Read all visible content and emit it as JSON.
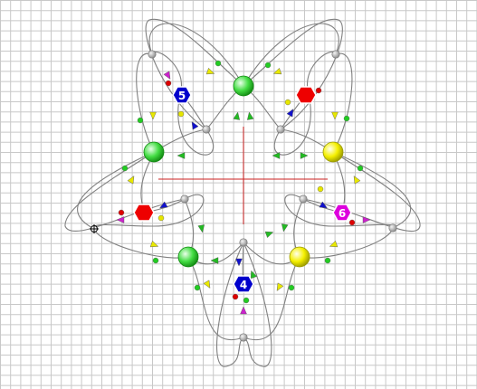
{
  "colors": {
    "background": "#ffffff",
    "grid": "#c8c8c8",
    "curve": "#808080",
    "axis": "#cc2222",
    "green_node": "#44dd44",
    "yellow_node": "#f5f000",
    "gray_node": "#bbbbbb",
    "blue_hex": "#0000cc",
    "red_hex": "#ee0000",
    "magenta_hex": "#dd00dd",
    "arrow_green": "#22bb22",
    "arrow_yellow": "#e8e800",
    "arrow_blue": "#1111cc",
    "arrow_magenta": "#cc22cc",
    "dot_red": "#dd0000",
    "dot_green": "#22cc22",
    "dot_yellow": "#e6e600"
  },
  "labels": {
    "hex_left_top": "5",
    "hex_bottom": "4",
    "hex_right": "6"
  },
  "icons": {
    "cursor": "crosshair-cursor-icon"
  }
}
